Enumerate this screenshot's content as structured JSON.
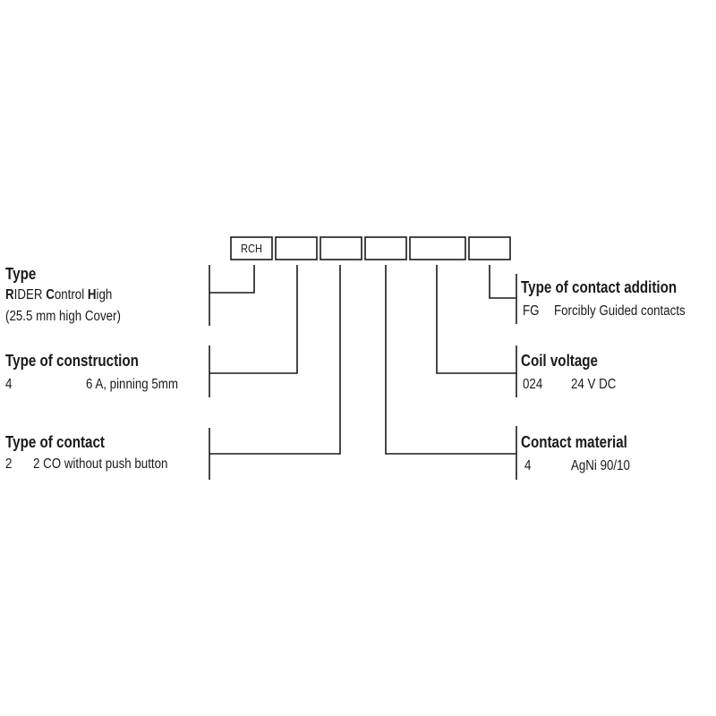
{
  "code_boxes": {
    "prefix": "RCH"
  },
  "type": {
    "title": "Type",
    "line1": {
      "w1_cap": "R",
      "w1_rest": "IDER",
      "w2_cap": "C",
      "w2_rest": "ontrol",
      "w3_cap": "H",
      "w3_rest": "igh"
    },
    "line2": "(25.5 mm high Cover)"
  },
  "construction": {
    "title": "Type of construction",
    "code": "4",
    "desc": "6 A, pinning 5mm"
  },
  "contact_type": {
    "title": "Type of contact",
    "code": "2",
    "desc": "2 CO without push button"
  },
  "contact_addition": {
    "title": "Type of contact addition",
    "code": "FG",
    "desc": "Forcibly Guided contacts"
  },
  "coil_voltage": {
    "title": "Coil voltage",
    "code": "024",
    "desc": "24 V DC"
  },
  "contact_material": {
    "title": "Contact material",
    "code": "4",
    "desc": "AgNi 90/10"
  }
}
